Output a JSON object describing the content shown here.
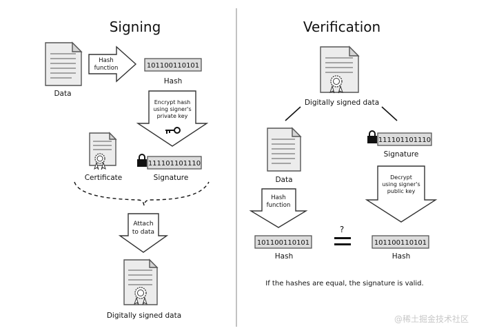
{
  "signing": {
    "title": "Signing",
    "data_label": "Data",
    "hash_function_line1": "Hash",
    "hash_function_line2": "function",
    "hash_value": "101100110101",
    "hash_label": "Hash",
    "encrypt_line1": "Encrypt hash",
    "encrypt_line2": "using signer's",
    "encrypt_line3": "private key",
    "certificate_label": "Certificate",
    "signature_value": "111101101110",
    "signature_label": "Signature",
    "attach_line1": "Attach",
    "attach_line2": "to data",
    "signed_data_label": "Digitally signed data"
  },
  "verification": {
    "title": "Verification",
    "signed_data_label": "Digitally signed data",
    "data_label": "Data",
    "signature_value": "111101101110",
    "signature_label": "Signature",
    "hash_function_line1": "Hash",
    "hash_function_line2": "function",
    "decrypt_line1": "Decrypt",
    "decrypt_line2": "using signer's",
    "decrypt_line3": "public key",
    "hash_left_value": "101100110101",
    "hash_left_label": "Hash",
    "question_mark": "?",
    "hash_right_value": "101100110101",
    "hash_right_label": "Hash",
    "conclusion": "If the hashes are equal, the signature is valid."
  },
  "watermark": "@稀土掘金技术社区",
  "icons": [
    "document-icon",
    "certificate-icon",
    "key-icon",
    "padlock-icon",
    "seal-icon",
    "equals-icon"
  ]
}
